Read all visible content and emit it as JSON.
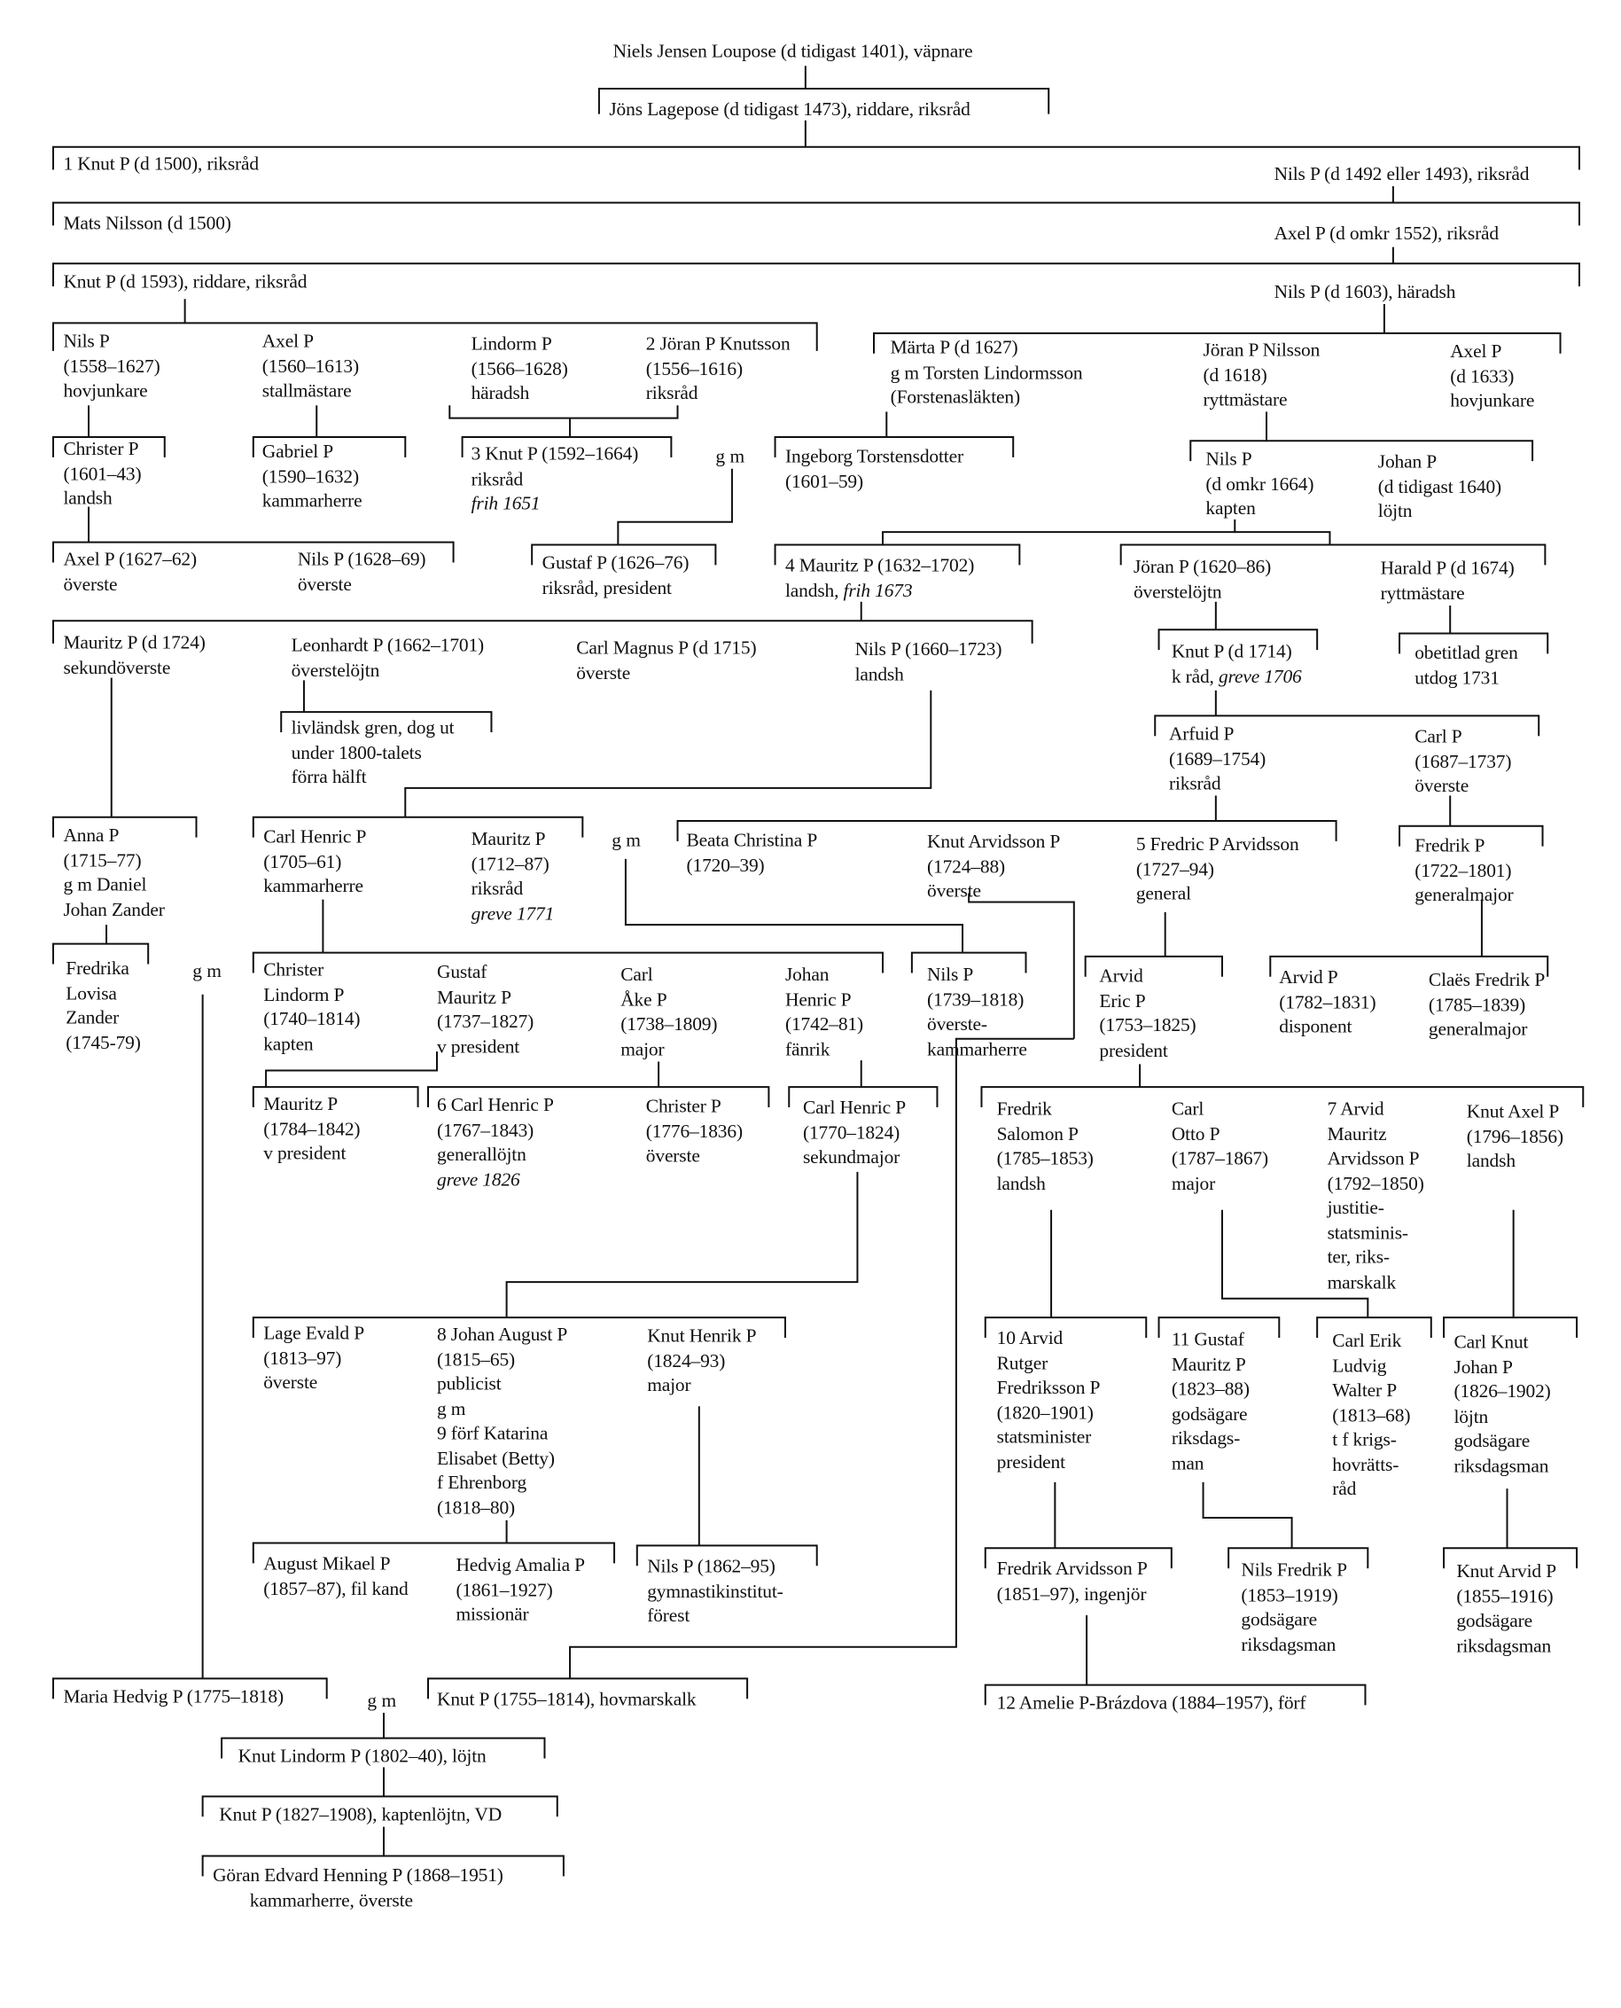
{
  "title": "Släkten Posse – stamtavla",
  "marriage_label": "g m",
  "nodes": [
    {
      "text": "Niels Jensen Loupose (d tidigast 1401), väpnare"
    },
    {
      "text": "Jöns Lagepose (d tidigast 1473), riddare, riksråd"
    },
    {
      "text": "1 Knut P (d 1500), riksråd"
    },
    {
      "text": "Nils P (d 1492 eller 1493), riksråd"
    },
    {
      "text": "Mats Nilsson (d 1500)"
    },
    {
      "text": "Axel P (d omkr 1552), riksråd"
    },
    {
      "text": "Knut P (d 1593), riddare, riksråd"
    },
    {
      "text": "Nils P (d 1603), häradsh"
    },
    {
      "text": "Nils P\n(1558–1627)\nhovjunkare"
    },
    {
      "text": "Axel P\n(1560–1613)\nstallmästare"
    },
    {
      "text": "Lindorm P\n(1566–1628)\nhäradsh"
    },
    {
      "text": "2 Jöran P Knutsson\n(1556–1616)\nriksråd"
    },
    {
      "text": "Märta P (d 1627)\ng m Torsten Lindormsson\n(Forstenasläkten)"
    },
    {
      "text": "Jöran P Nilsson\n(d 1618)\nryttmästare"
    },
    {
      "text": "Axel P\n(d 1633)\nhovjunkare"
    },
    {
      "text": "Christer P\n(1601–43)\nlandsh"
    },
    {
      "text": "Gabriel P\n(1590–1632)\nkammarherre"
    },
    {
      "text": "3 Knut P (1592–1664)\nriksråd\n",
      "em": "frih 1651"
    },
    {
      "text": "Gustaf P (1626–76)\nriksråd, president"
    },
    {
      "text": "Ingeborg Torstensdotter\n(1601–59)"
    },
    {
      "text": "Nils P\n(d omkr 1664)\nkapten"
    },
    {
      "text": "Johan P\n(d tidigast 1640)\nlöjtn"
    },
    {
      "text": "Axel P (1627–62)\növerste"
    },
    {
      "text": "Nils P (1628–69)\növerste"
    },
    {
      "text": "4 Mauritz P (1632–1702)\nlandsh, ",
      "em": "frih 1673"
    },
    {
      "text": "Jöran P (1620–86)\növerstelöjtn"
    },
    {
      "text": "Harald P (d 1674)\nryttmästare"
    },
    {
      "text": "Mauritz P (d 1724)\nsekundöverste"
    },
    {
      "text": "Leonhardt P (1662–1701)\növerstelöjtn"
    },
    {
      "text": "Carl Magnus P (d 1715)\növerste"
    },
    {
      "text": "Nils P (1660–1723)\nlandsh"
    },
    {
      "text": "obetitlad gren\nutdog 1731"
    },
    {
      "text": "Knut P (d 1714)\nk råd, ",
      "em": "greve 1706"
    },
    {
      "text": "livländsk gren, dog ut\nunder 1800-talets\nförra hälft"
    },
    {
      "text": "Arfuid P\n(1689–1754)\nriksråd"
    },
    {
      "text": "Carl P\n(1687–1737)\növerste"
    },
    {
      "text": "Carl Henric P\n(1705–61)\nkammarherre"
    },
    {
      "text": "Mauritz P\n(1712–87)\nriksråd\n",
      "em": "greve 1771"
    },
    {
      "text": "Anna P\n(1715–77)\ng m Daniel\nJohan Zander"
    },
    {
      "text": "Beata Christina P\n(1720–39)"
    },
    {
      "text": "Knut Arvidsson P\n(1724–88)\növerste"
    },
    {
      "text": "5 Fredric P Arvidsson\n(1727–94)\ngeneral"
    },
    {
      "text": "Fredrik P\n(1722–1801)\ngeneralmajor"
    },
    {
      "text": "Nils P\n(1739–1818)\növerste-\nkammarherre"
    },
    {
      "text": "Christer\nLindorm P\n(1740–1814)\nkapten"
    },
    {
      "text": "Gustaf\nMauritz P\n(1737–1827)\nv president"
    },
    {
      "text": "Carl\nÅke P\n(1738–1809)\nmajor"
    },
    {
      "text": "Johan\nHenric P\n(1742–81)\nfänrik"
    },
    {
      "text": "Fredrika\nLovisa\nZander\n(1745-79)"
    },
    {
      "text": "Arvid\nEric P\n(1753–1825)\npresident"
    },
    {
      "text": "Arvid P\n(1782–1831)\ndisponent"
    },
    {
      "text": "Claës Fredrik P\n(1785–1839)\ngeneralmajor"
    },
    {
      "text": "Mauritz P\n(1784–1842)\nv president"
    },
    {
      "text": "6 Carl Henric P\n(1767–1843)\ngenerallöjtn\n",
      "em": "greve 1826"
    },
    {
      "text": "Christer P\n(1776–1836)\növerste"
    },
    {
      "text": "Carl Henric P\n(1770–1824)\nsekundmajor"
    },
    {
      "text": "Fredrik\nSalomon P\n(1785–1853)\nlandsh"
    },
    {
      "text": "Carl\nOtto P\n(1787–1867)\nmajor"
    },
    {
      "text": "7 Arvid\nMauritz\nArvidsson P\n(1792–1850)\njustitie-\nstatsminis-\nter, riks-\nmarskalk"
    },
    {
      "text": "Knut Axel P\n(1796–1856)\nlandsh"
    },
    {
      "text": "Lage Evald P\n(1813–97)\növerste"
    },
    {
      "text": "8 Johan August P\n(1815–65)\npublicist\ng m\n9 förf Katarina\nElisabet (Betty)\nf Ehrenborg\n(1818–80)"
    },
    {
      "text": "Knut Henrik P\n(1824–93)\nmajor"
    },
    {
      "text": "10 Arvid\nRutger\nFredriksson P\n(1820–1901)\nstatsminister\npresident"
    },
    {
      "text": "11 Gustaf\nMauritz P\n(1823–88)\ngodsägare\nriksdags-\nman"
    },
    {
      "text": "Carl Erik\nLudvig\nWalter P\n(1813–68)\nt f krigs-\nhovrätts-\nråd"
    },
    {
      "text": "Carl Knut\nJohan P\n(1826–1902)\nlöjtn\ngodsägare\nriksdagsman"
    },
    {
      "text": "August Mikael P\n(1857–87), fil kand"
    },
    {
      "text": "Hedvig Amalia P\n(1861–1927)\nmissionär"
    },
    {
      "text": "Nils P (1862–95)\ngymnastikinstitut-\nförest"
    },
    {
      "text": "Fredrik Arvidsson P\n(1851–97), ingenjör"
    },
    {
      "text": "Nils Fredrik P\n(1853–1919)\ngodsägare\nriksdagsman"
    },
    {
      "text": "Knut Arvid P\n(1855–1916)\ngodsägare\nriksdagsman"
    },
    {
      "text": "12 Amelie P-Brázdova (1884–1957), förf"
    },
    {
      "text": "Maria Hedvig P (1775–1818)"
    },
    {
      "text": "Knut P (1755–1814), hovmarskalk"
    },
    {
      "text": "Knut Lindorm P (1802–40), löjtn"
    },
    {
      "text": "Knut P (1827–1908), kaptenlöjtn, VD"
    },
    {
      "text": "Göran Edvard Henning P (1868–1951)\n        kammarherre, överste"
    }
  ]
}
